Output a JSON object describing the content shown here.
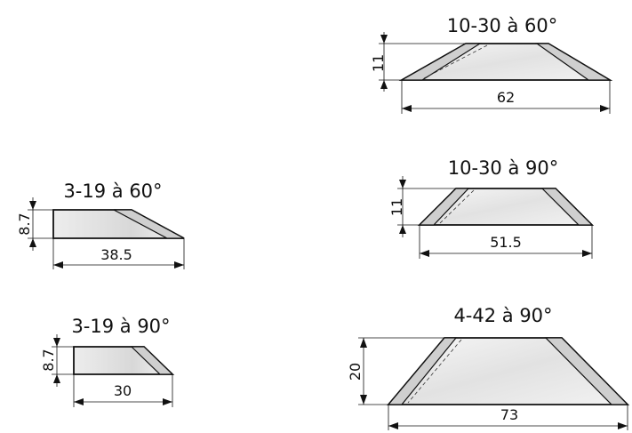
{
  "blades": [
    {
      "id": "b1",
      "title": "10-30 à 60°",
      "height_label": "11",
      "width_label": "62"
    },
    {
      "id": "b2",
      "title": "3-19 à 60°",
      "height_label": "8.7",
      "width_label": "38.5"
    },
    {
      "id": "b3",
      "title": "10-30 à 90°",
      "height_label": "11",
      "width_label": "51.5"
    },
    {
      "id": "b4",
      "title": "3-19 à 90°",
      "height_label": "8.7",
      "width_label": "30"
    },
    {
      "id": "b5",
      "title": "4-42 à 90°",
      "height_label": "20",
      "width_label": "73"
    }
  ],
  "colors": {
    "metal_light": "#fafafa",
    "metal_dark": "#bdbdbd",
    "bevel": "#cfcfcf",
    "line": "#111111"
  }
}
